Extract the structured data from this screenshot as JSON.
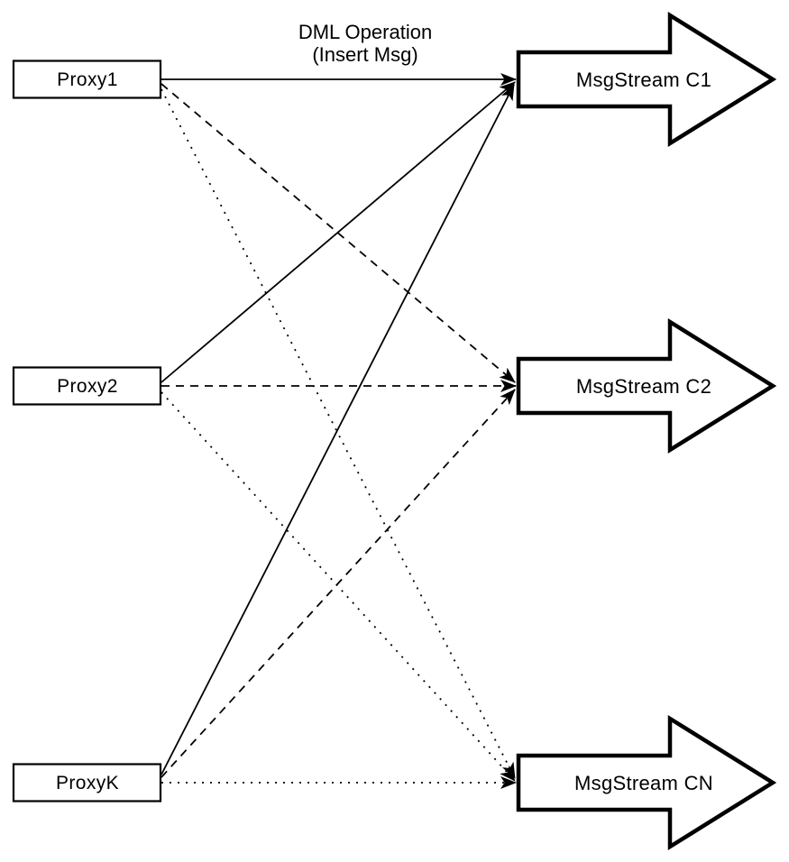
{
  "diagram": {
    "annotation": {
      "line1": "DML Operation",
      "line2": "(Insert Msg)"
    },
    "proxies": [
      {
        "id": "proxy1",
        "label": "Proxy1"
      },
      {
        "id": "proxy2",
        "label": "Proxy2"
      },
      {
        "id": "proxyk",
        "label": "ProxyK"
      }
    ],
    "streams": [
      {
        "id": "c1",
        "label": "MsgStream C1"
      },
      {
        "id": "c2",
        "label": "MsgStream C2"
      },
      {
        "id": "cn",
        "label": "MsgStream CN"
      }
    ],
    "connections": [
      {
        "from": "Proxy1",
        "to": "MsgStream C1",
        "line_style": "solid"
      },
      {
        "from": "Proxy1",
        "to": "MsgStream C2",
        "line_style": "dashed"
      },
      {
        "from": "Proxy1",
        "to": "MsgStream CN",
        "line_style": "dotted"
      },
      {
        "from": "Proxy2",
        "to": "MsgStream C1",
        "line_style": "solid"
      },
      {
        "from": "Proxy2",
        "to": "MsgStream C2",
        "line_style": "dashed"
      },
      {
        "from": "Proxy2",
        "to": "MsgStream CN",
        "line_style": "dotted"
      },
      {
        "from": "ProxyK",
        "to": "MsgStream C1",
        "line_style": "solid"
      },
      {
        "from": "ProxyK",
        "to": "MsgStream C2",
        "line_style": "dashed"
      },
      {
        "from": "ProxyK",
        "to": "MsgStream CN",
        "line_style": "dotted"
      }
    ],
    "colors": {
      "line": "#000000",
      "shape_fill": "#ffffff",
      "text": "#000000",
      "background": "#ffffff"
    }
  }
}
